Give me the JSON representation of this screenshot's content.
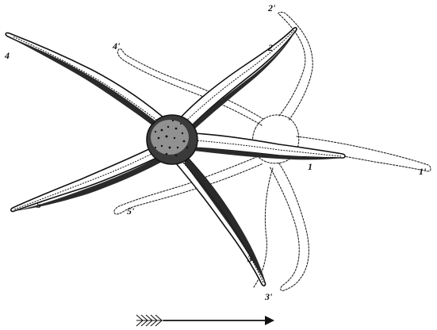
{
  "figure": {
    "arm_labels_original": [
      "1",
      "2",
      "3",
      "4",
      "5"
    ],
    "arm_labels_moved": [
      "1'",
      "2'",
      "3'",
      "4'",
      "5'"
    ],
    "ink_color": "#111111",
    "paper_color": "#ffffff"
  }
}
